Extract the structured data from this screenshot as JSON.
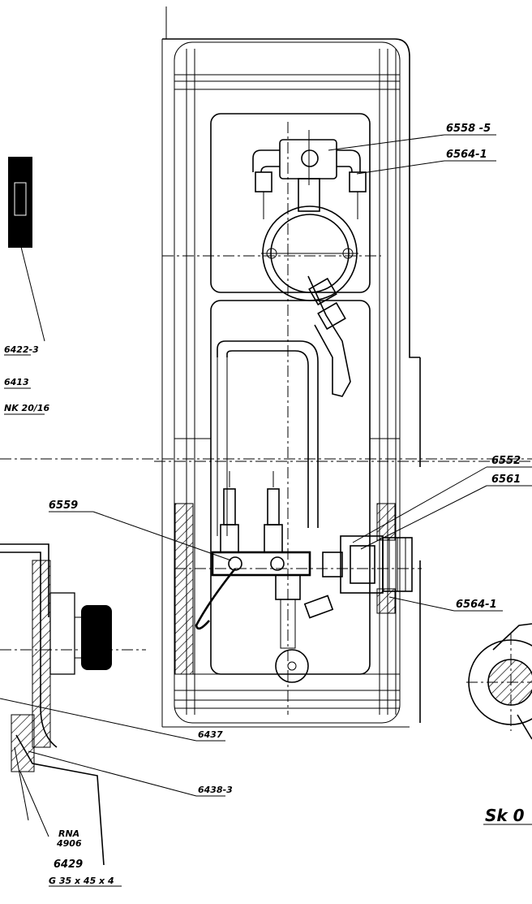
{
  "labels": {
    "p6558": "6558 -5",
    "p6564a": "6564-1",
    "p6552": "6552",
    "p6561": "6561",
    "p6559": "6559",
    "p6564b": "6564-1",
    "p6422": "6422-3",
    "p6413": "6413",
    "nk": "NK 20/16",
    "p6437": "6437",
    "p6438": "6438-3",
    "rna1": "RNA",
    "rna2": "4906",
    "p6429": "6429",
    "g35": "G 35 x 45 x 4",
    "sk": "Sk 0"
  }
}
